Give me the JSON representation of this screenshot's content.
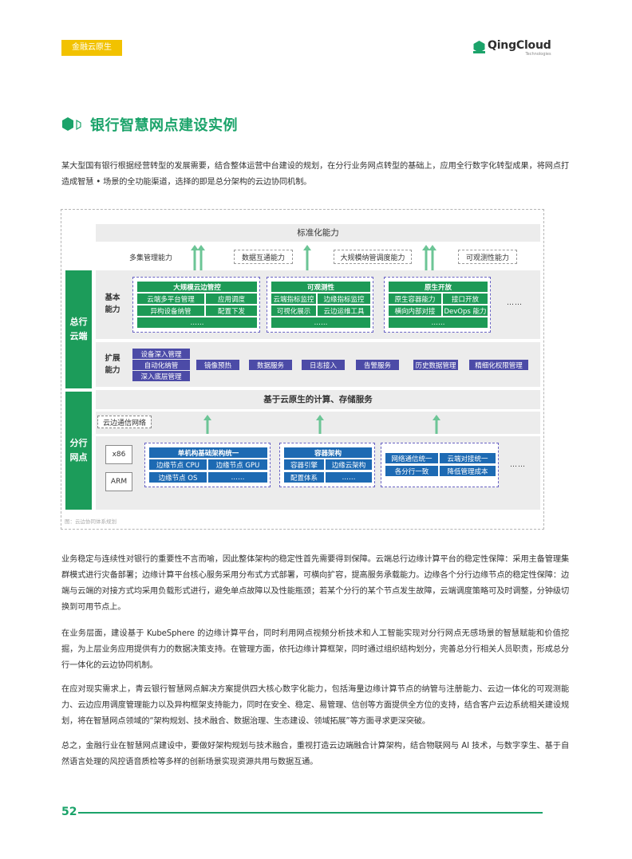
{
  "header": {
    "tag": "金融云原生",
    "logo_name": "QingCloud",
    "logo_sub": "Technologies"
  },
  "section": {
    "title": "银行智慧网点建设实例"
  },
  "paragraphs": {
    "intro": "某大型国有银行根据经营转型的发展需要，结合整体运营中台建设的规划，在分行业务网点转型的基础上，应用全行数字化转型成果，将网点打造成智慧 • 场景的全功能渠道，选择的即是总分架构的云边协同机制。",
    "p1": "业务稳定与连续性对银行的重要性不言而喻，因此整体架构的稳定性首先需要得到保障。云端总行边缘计算平台的稳定性保障：采用主备管理集群模式进行灾备部署；边缘计算平台核心服务采用分布式方式部署，可横向扩容，提高服务承载能力。边缘各个分行边缘节点的稳定性保障：边端与云端的对接方式均采用负载形式进行，避免单点故障以及性能瓶颈；若某个分行的某个节点发生故障，云端调度策略可及时调整，分钟级切换到可用节点上。",
    "p2": "在业务层面，建设基于 KubeSphere 的边缘计算平台，同时利用网点视频分析技术和人工智能实现对分行网点无感场景的智慧赋能和价值挖掘，为上层业务应用提供有力的数据决策支持。在管理方面，依托边缘计算框架，同时通过组织结构划分，完善总分行相关人员职责，形成总分行一体化的云边协同机制。",
    "p3": "在应对现实需求上，青云银行智慧网点解决方案提供四大核心数字化能力，包括海量边缘计算节点的纳管与注册能力、云边一体化的可观测能力、云边应用调度管理能力以及异构框架支持能力，同时在安全、稳定、易管理、信创等方面提供全方位的支持，结合客户云边系统相关建设规划，将在智慧网点领域的“架构规划、技术融合、数据治理、生态建设、领域拓展”等方面寻求更深突破。",
    "p4": "总之，金融行业在智慧网点建设中，要做好架构规划与技术融合，重视打造云边端融合计算架构，结合物联网与 AI 技术，与数字孪生、基于自然语言处理的风控语音质检等多样的创新场景实现资源共用与数据互通。"
  },
  "figure": {
    "caption": "图：云边协同体系规划",
    "cloud_label": "总行\n云端",
    "branch_label": "分行\n网点",
    "std_title": "标准化能力",
    "caps": [
      "多集管理能力",
      "数据互通能力",
      "大规模纳管调度能力",
      "可观测性能力"
    ],
    "basic_label": "基本\n能力",
    "basic_groups": [
      {
        "head": "大规模云边管控",
        "cells": [
          "云端多平台管理",
          "应用调度",
          "异构设备纳管",
          "配置下发"
        ],
        "more": "……"
      },
      {
        "head": "可观测性",
        "cells": [
          "云端指标监控",
          "边缘指标监控",
          "可视化展示",
          "云边运维工具"
        ],
        "more": "……"
      },
      {
        "head": "原生开放",
        "cells": [
          "原生容器能力",
          "接口开放",
          "横向内部对接",
          "DevOps 能力"
        ],
        "more": "……"
      }
    ],
    "basic_more": "……",
    "ext_label": "扩展\n能力",
    "ext_stack": [
      "设备深入管理",
      "自动化纳管",
      "深入底层管理"
    ],
    "ext_items": [
      "镜像预热",
      "数据服务",
      "日志接入",
      "告警服务",
      "历史数据管理",
      "精细化权限管理"
    ],
    "compute_title": "基于云原生的计算、存储服务",
    "network_label": "云边通信网络",
    "arch": [
      "x86",
      "ARM"
    ],
    "branch_groups": [
      {
        "head": "单机构基础架构统一",
        "cells": [
          "边缘节点 CPU",
          "边缘节点 GPU",
          "边缘节点 OS",
          "……"
        ]
      },
      {
        "head": "容器架构",
        "cells": [
          "容器引擎",
          "边缘云架构",
          "配置体系",
          "……"
        ]
      },
      {
        "head": "",
        "cells": [
          "网络通信统一",
          "云端对接统一",
          "各分行一致",
          "降低管理成本"
        ]
      }
    ],
    "branch_more": "……"
  },
  "footer": {
    "page": "52"
  },
  "colors": {
    "green": "#1ba36a",
    "yellow": "#f2c200",
    "purple": "#4c4ba7",
    "blue": "#1d6ab3"
  }
}
